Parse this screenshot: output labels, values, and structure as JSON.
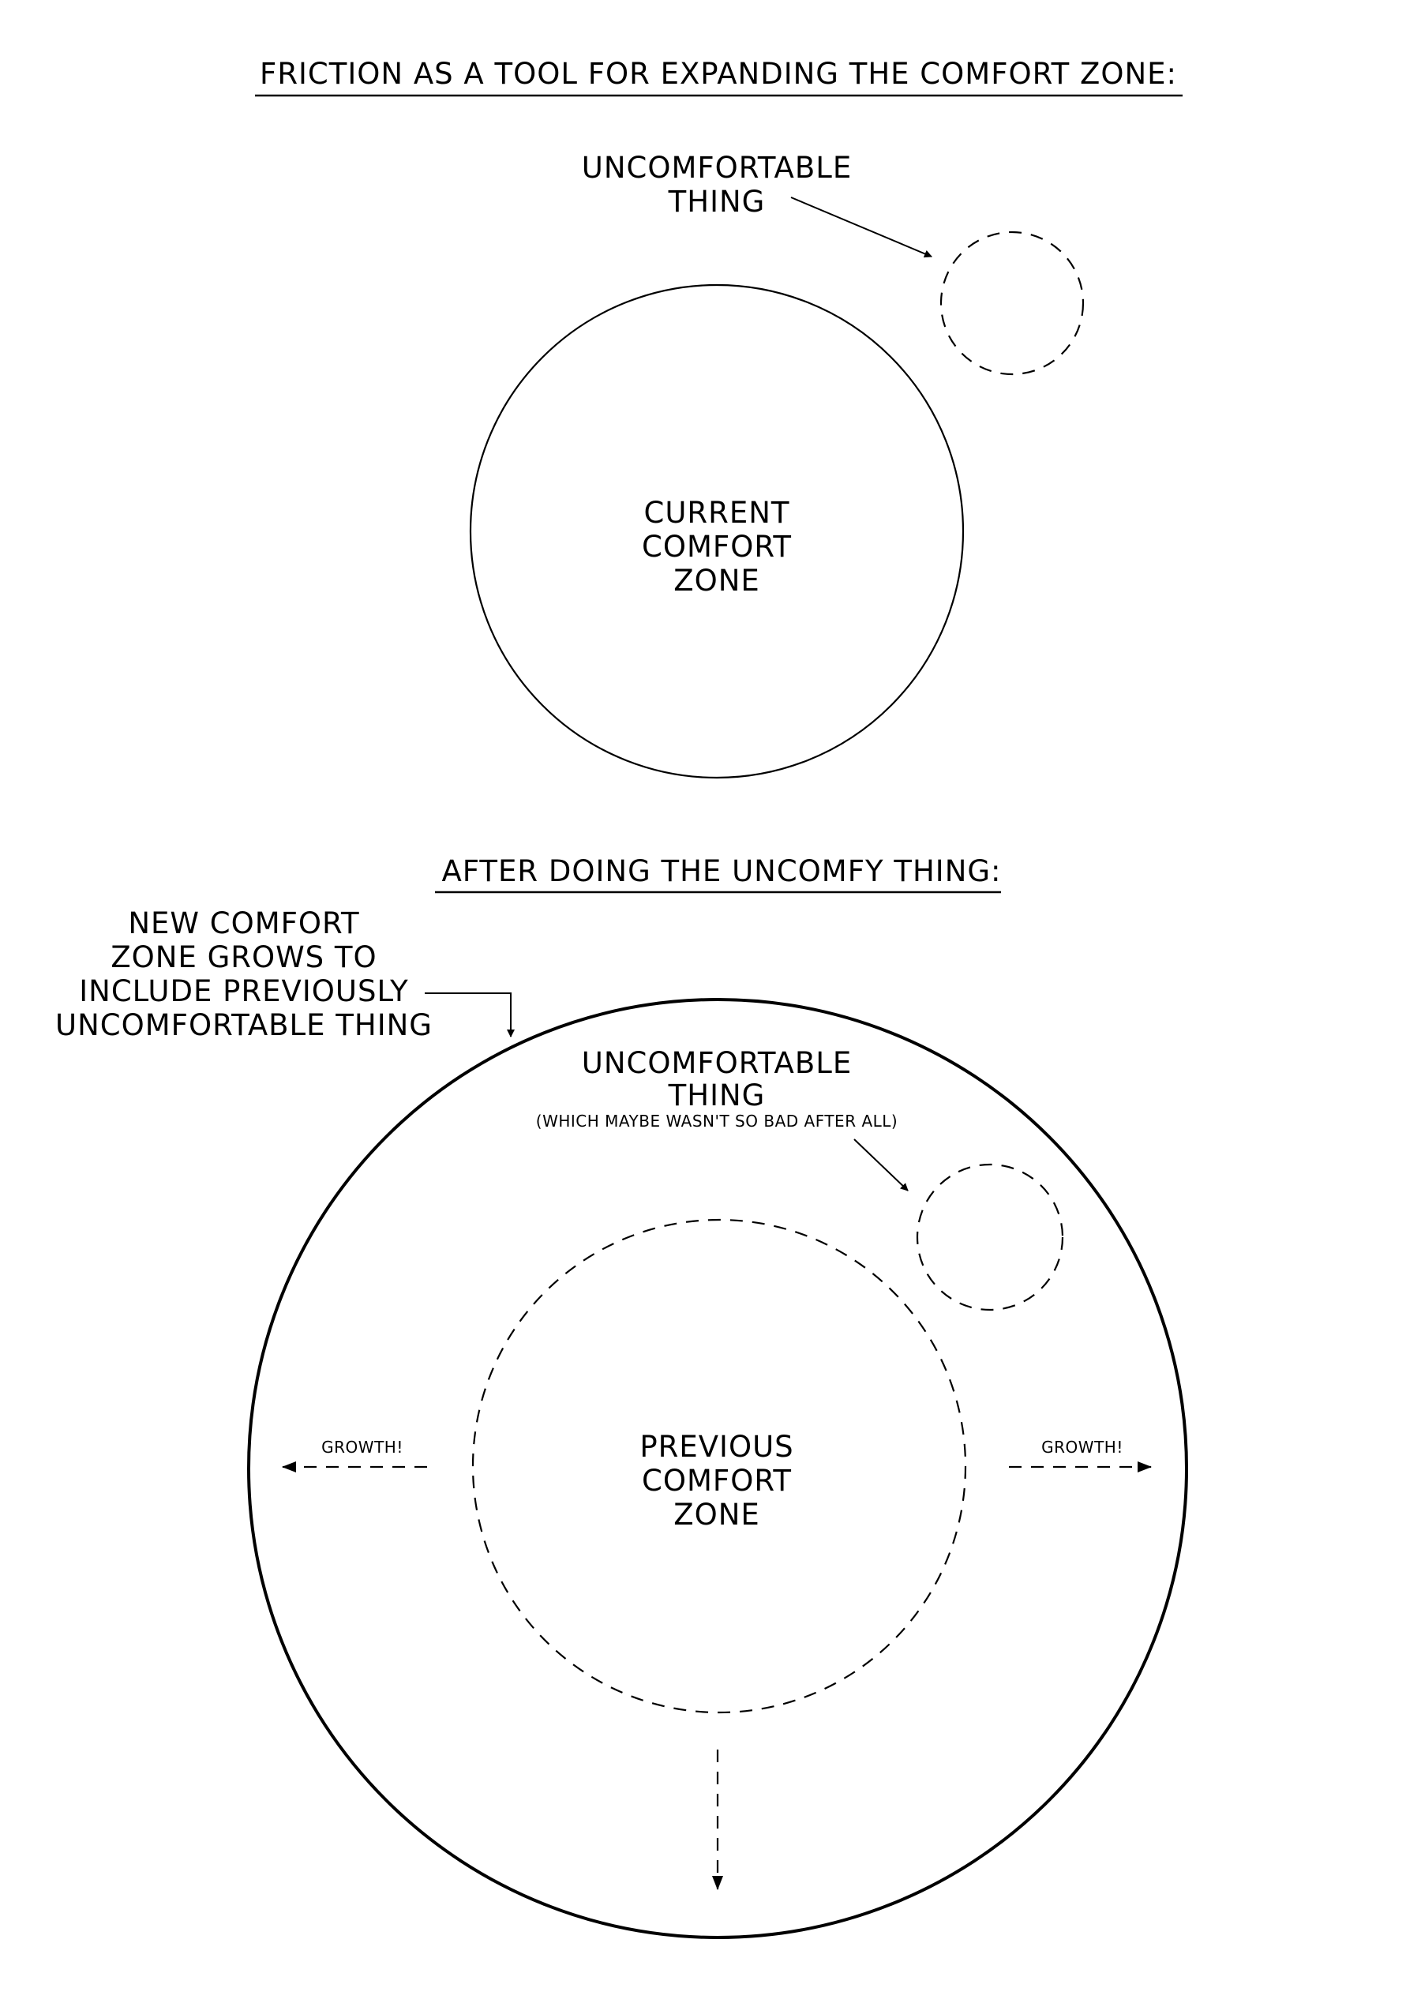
{
  "title": "FRICTION AS A TOOL FOR EXPANDING THE COMFORT ZONE:",
  "top": {
    "uncomfortable_label": [
      "UNCOMFORTABLE",
      "THING"
    ],
    "current_zone_label": [
      "CURRENT",
      "COMFORT",
      "ZONE"
    ]
  },
  "subtitle": "AFTER DOING THE UNCOMFY THING:",
  "bottom": {
    "new_zone_note": [
      "NEW COMFORT",
      "ZONE GROWS TO",
      "INCLUDE PREVIOUSLY",
      "UNCOMFORTABLE THING"
    ],
    "uncomfortable_label": [
      "UNCOMFORTABLE",
      "THING"
    ],
    "uncomfortable_note": "(WHICH MAYBE WASN'T SO BAD AFTER ALL)",
    "previous_zone_label": [
      "PREVIOUS",
      "COMFORT",
      "ZONE"
    ],
    "growth_left": "GROWTH!",
    "growth_right": "GROWTH!"
  }
}
